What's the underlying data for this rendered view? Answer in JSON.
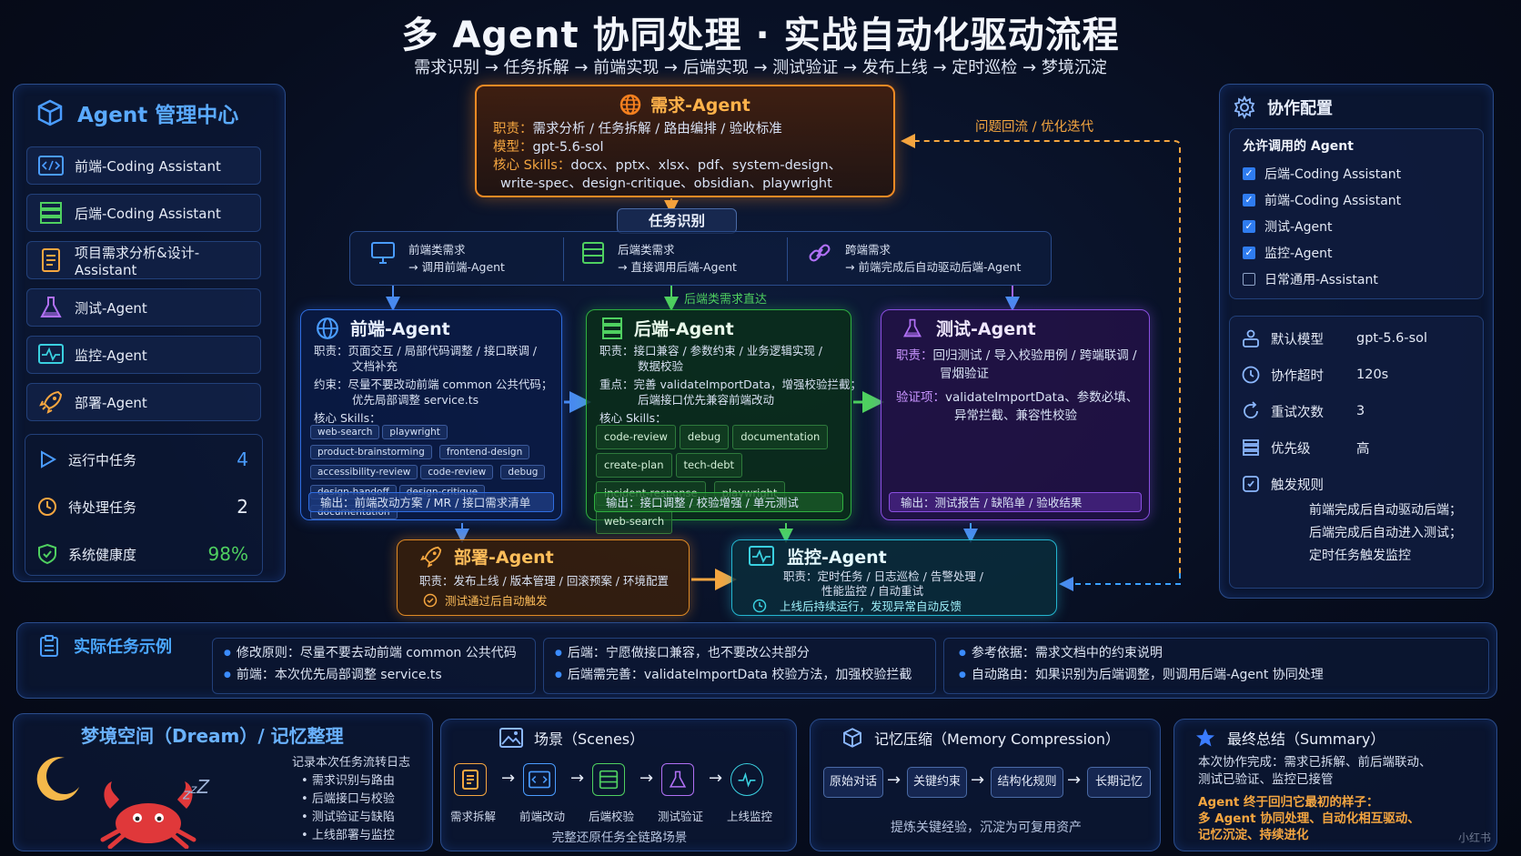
{
  "header": {
    "title": "多 Agent 协同处理 · 实战自动化驱动流程",
    "flow": "需求识别 → 任务拆解 → 前端实现 → 后端实现 → 测试验证 → 发布上线 → 定时巡检 → 梦境沉淀"
  },
  "sidebar": {
    "title": "Agent 管理中心",
    "items": [
      {
        "label": "前端-Coding Assistant"
      },
      {
        "label": "后端-Coding Assistant"
      },
      {
        "label": "项目需求分析&设计-Assistant"
      },
      {
        "label": "测试-Agent"
      },
      {
        "label": "监控-Agent"
      },
      {
        "label": "部署-Agent"
      }
    ],
    "stats": [
      {
        "label": "运行中任务",
        "value": "4"
      },
      {
        "label": "待处理任务",
        "value": "2"
      },
      {
        "label": "系统健康度",
        "value": "98%"
      }
    ]
  },
  "req_agent": {
    "title": "需求-Agent",
    "duty_label": "职责：",
    "duty": "需求分析 / 任务拆解 / 路由编排 / 验收标准",
    "model_label": "模型：",
    "model": "gpt-5.6-sol",
    "skills_label": "核心 Skills：",
    "skills1": "docx、pptx、xlsx、pdf、system-design、",
    "skills2": "write-spec、design-critique、obsidian、playwright"
  },
  "feedback": "问题回流 / 优化迭代",
  "task_id": {
    "label": "任务识别",
    "routes": [
      {
        "t1": "前端类需求",
        "t2": "→ 调用前端-Agent"
      },
      {
        "t1": "后端类需求",
        "t2": "→ 直接调用后端-Agent"
      },
      {
        "t1": "跨端需求",
        "t2": "→ 前端完成后自动驱动后端-Agent"
      }
    ],
    "direct": "后端类需求直达"
  },
  "fe_agent": {
    "title": "前端-Agent",
    "duty_label": "职责：",
    "duty": "页面交互 / 局部代码调整 / 接口联调 /",
    "duty2": "文档补充",
    "rule_label": "约束：",
    "rule": "尽量不要改动前端 common 公共代码；",
    "rule2": "优先局部调整 service.ts",
    "skills_label": "核心 Skills：",
    "tags": [
      "web-search",
      "playwright",
      "product-brainstorming",
      "frontend-design",
      "accessibility-review",
      "code-review",
      "debug",
      "design-handoff",
      "design-critique",
      "documentation"
    ],
    "output": "输出：前端改动方案 / MR / 接口需求清单"
  },
  "be_agent": {
    "title": "后端-Agent",
    "duty_label": "职责：",
    "duty": "接口兼容 / 参数约束 / 业务逻辑实现 /",
    "duty2": "数据校验",
    "focus_label": "重点：",
    "focus": "完善 validateImportData，增强校验拦截；",
    "focus2": "后端接口优先兼容前端改动",
    "skills_label": "核心 Skills：",
    "tags": [
      "code-review",
      "debug",
      "documentation",
      "create-plan",
      "tech-debt",
      "incident-response",
      "playwright",
      "web-search"
    ],
    "output": "输出：接口调整 / 校验增强 / 单元测试"
  },
  "test_agent": {
    "title": "测试-Agent",
    "duty_label": "职责：",
    "duty": "回归测试 / 导入校验用例 / 跨端联调 /",
    "duty2": "冒烟验证",
    "verify_label": "验证项：",
    "verify": "validateImportData、参数必填、",
    "verify2": "异常拦截、兼容性校验",
    "output": "输出：测试报告 / 缺陷单 / 验收结果"
  },
  "deploy_agent": {
    "title": "部署-Agent",
    "duty_label": "职责：",
    "duty": "发布上线 / 版本管理 / 回滚预案 / 环境配置",
    "trigger": "测试通过后自动触发"
  },
  "monitor_agent": {
    "title": "监控-Agent",
    "duty_label": "职责：",
    "duty": "定时任务 / 日志巡检 / 告警处理 /",
    "duty2": "性能监控 / 自动重试",
    "note": "上线后持续运行，发现异常自动反馈"
  },
  "config": {
    "title": "协作配置",
    "allowed_title": "允许调用的 Agent",
    "agents": [
      {
        "label": "后端-Coding Assistant",
        "checked": true
      },
      {
        "label": "前端-Coding Assistant",
        "checked": true
      },
      {
        "label": "测试-Agent",
        "checked": true
      },
      {
        "label": "监控-Agent",
        "checked": true
      },
      {
        "label": "日常通用-Assistant",
        "checked": false
      }
    ],
    "settings": [
      {
        "label": "默认模型",
        "value": "gpt-5.6-sol"
      },
      {
        "label": "协作超时",
        "value": "120s"
      },
      {
        "label": "重试次数",
        "value": "3"
      },
      {
        "label": "优先级",
        "value": "高"
      }
    ],
    "trigger_label": "触发规则",
    "triggers": [
      "前端完成后自动驱动后端；",
      "后端完成后自动进入测试；",
      "定时任务触发监控"
    ]
  },
  "examples": {
    "title": "实际任务示例",
    "col1": [
      "修改原则：尽量不要去动前端 common 公共代码",
      "前端：本次优先局部调整 service.ts"
    ],
    "col2": [
      "后端：宁愿做接口兼容，也不要改公共部分",
      "后端需完善：validateImportData 校验方法，加强校验拦截"
    ],
    "col3": [
      "参考依据：需求文档中的约束说明",
      "自动路由：如果识别为后端调整，则调用后端-Agent 协同处理"
    ]
  },
  "dream": {
    "title": "梦境空间（Dream）/ 记忆整理",
    "log_title": "记录本次任务流转日志",
    "logs": [
      "需求识别与路由",
      "后端接口与校验",
      "测试验证与缺陷",
      "上线部署与监控"
    ]
  },
  "scenes": {
    "title": "场景（Scenes）",
    "steps": [
      "需求拆解",
      "前端改动",
      "后端校验",
      "测试验证",
      "上线监控"
    ],
    "footer": "完整还原任务全链路场景"
  },
  "memory": {
    "title": "记忆压缩（Memory Compression）",
    "steps": [
      "原始对话",
      "关键约束",
      "结构化规则",
      "长期记忆"
    ],
    "footer": "提炼关键经验，沉淀为可复用资产"
  },
  "summary": {
    "title": "最终总结（Summary）",
    "text1": "本次协作完成：需求已拆解、前后端联动、",
    "text2": "测试已验证、监控已接管",
    "hl1": "Agent 终于回归它最初的样子：",
    "hl2": "多 Agent 协同处理、自动化相互驱动、",
    "hl3": "记忆沉淀、持续进化"
  },
  "watermark": "小红书"
}
